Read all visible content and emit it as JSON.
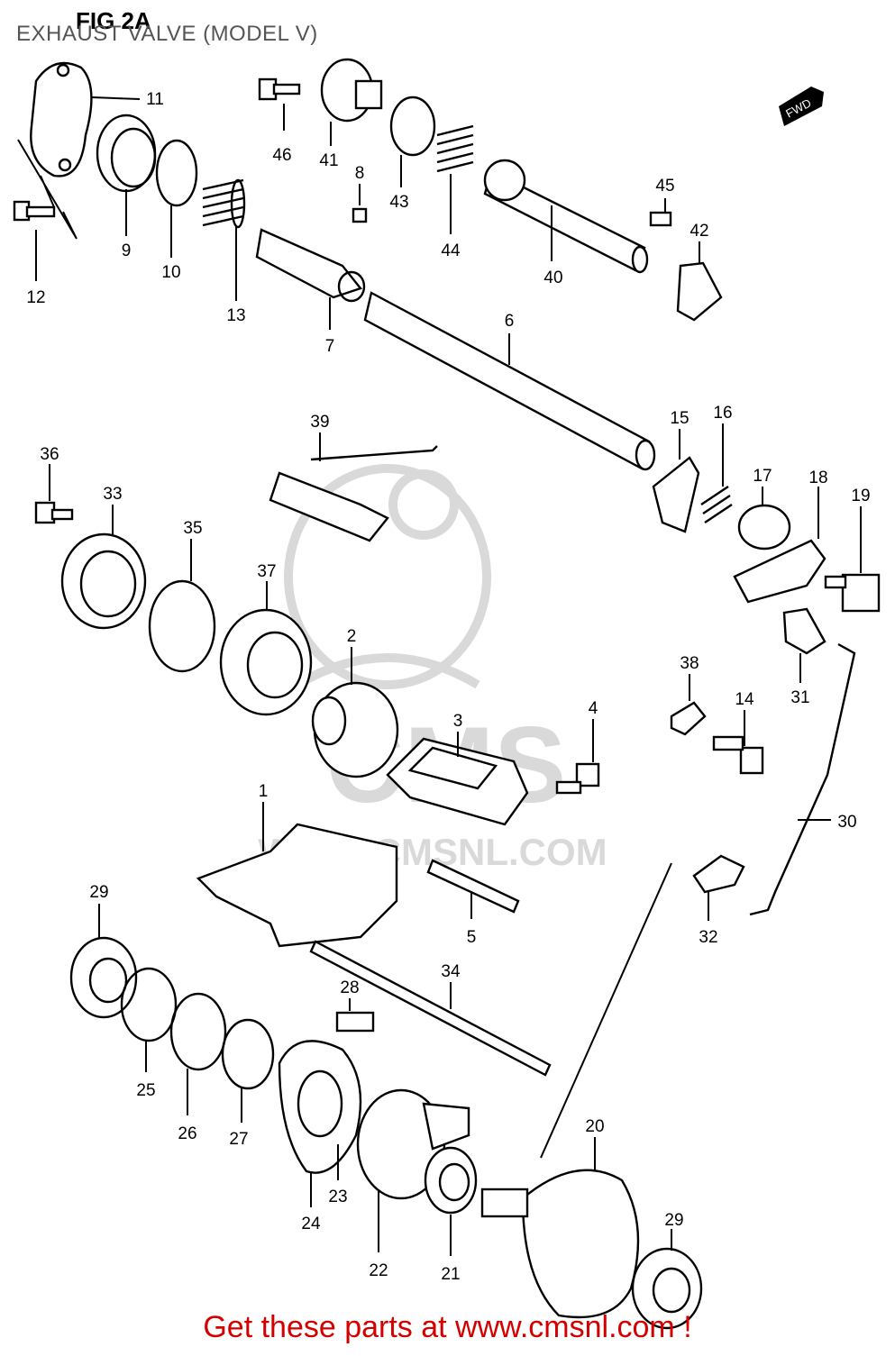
{
  "figure": {
    "title": "FIG 2A",
    "subtitle": "EXHAUST VALVE (MODEL V)",
    "direction_badge": "FWD"
  },
  "watermark": {
    "text_big": "CMS",
    "text_url": "WWW.CMSNL.COM"
  },
  "footer": {
    "text": "Get these parts at www.cmsnl.com !",
    "color": "#d40000"
  },
  "part_labels": [
    "1",
    "2",
    "3",
    "4",
    "5",
    "6",
    "7",
    "8",
    "9",
    "10",
    "11",
    "12",
    "13",
    "14",
    "15",
    "16",
    "17",
    "18",
    "19",
    "20",
    "21",
    "22",
    "23",
    "24",
    "25",
    "26",
    "27",
    "28",
    "29",
    "29",
    "30",
    "31",
    "32",
    "33",
    "34",
    "35",
    "36",
    "37",
    "38",
    "39",
    "40",
    "41",
    "42",
    "43",
    "44",
    "45",
    "46"
  ]
}
